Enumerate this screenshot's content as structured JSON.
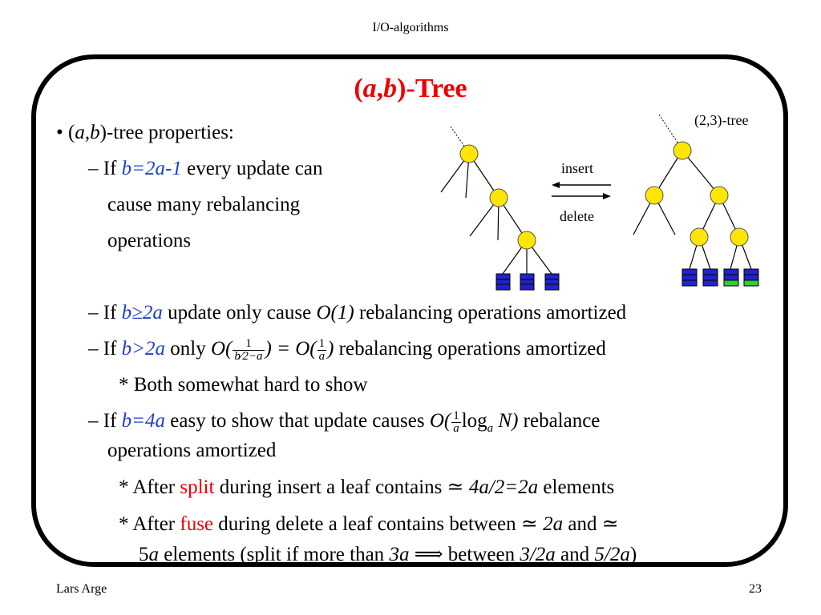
{
  "header": {
    "title": "I/O-algorithms"
  },
  "slide": {
    "title_a": "a",
    "title_b": "b",
    "title_open": "(",
    "title_comma": ",",
    "title_close": ")-Tree"
  },
  "diagram": {
    "tree_label": "(2,3)-tree",
    "insert_label": "insert",
    "delete_label": "delete",
    "node_color": "#ffe600",
    "leaf_color": "#2222cc",
    "leaf_new_color": "#33cc33"
  },
  "bullets": {
    "b1_open": "(",
    "b1_a": "a",
    "b1_comma": ",",
    "b1_b": "b",
    "b1_rest": ")-tree properties:",
    "s1_dash": "– If ",
    "s1_cond": "b=2a-1",
    "s1_rest": " every update can",
    "s1_line2": "cause many rebalancing",
    "s1_line3": "operations",
    "s2_dash": "– If ",
    "s2_cond": "b≥2a",
    "s2_mid": " update only cause ",
    "s2_o": "O(1)",
    "s2_rest": " rebalancing operations amortized",
    "s3_dash": "– If ",
    "s3_cond": "b>2a",
    "s3_only": " only ",
    "s3_expr1_pre": "O(",
    "s3_expr1_num": "1",
    "s3_expr1_den": "b⁄2−a",
    "s3_expr1_post": ") = O(",
    "s3_expr2_num": "1",
    "s3_expr2_den": "a",
    "s3_expr2_post": ")",
    "s3_rest": " rebalancing operations amortized",
    "s3_sub_star": "*",
    "s3_sub": "Both somewhat hard to show",
    "s4_dash": "– If ",
    "s4_cond": "b=4a",
    "s4_mid": " easy to show that update causes ",
    "s4_expr_pre": "O(",
    "s4_expr_num": "1",
    "s4_expr_den": "a",
    "s4_expr_log": "log",
    "s4_expr_sub": "a",
    "s4_expr_post": " N)",
    "s4_rest": " rebalance",
    "s4_line2": "operations amortized",
    "s4a_star": "*",
    "s4a_pre": "After ",
    "s4a_key": "split",
    "s4a_mid": " during insert a leaf contains ",
    "s4a_approx": "≃",
    "s4a_val": "4a/2=2a",
    "s4a_rest": " elements",
    "s4b_star": "*",
    "s4b_pre": "After ",
    "s4b_key": "fuse",
    "s4b_mid": " during delete a leaf contains between ",
    "s4b_approx1": "≃",
    "s4b_v1": " 2a",
    "s4b_and": " and ",
    "s4b_approx2": "≃",
    "s4b_l2_5": "5",
    "s4b_l2_a": "a",
    "s4b_l2_mid": " elements (split if more than ",
    "s4b_l2_3a": "3a",
    "s4b_l2_arrow": "⟹",
    "s4b_l2_between": " between ",
    "s4b_l2_v1": "3/2a",
    "s4b_l2_and": " and ",
    "s4b_l2_v2": "5/2a",
    "s4b_l2_close": ")"
  },
  "footer": {
    "author": "Lars Arge",
    "page": "23"
  }
}
